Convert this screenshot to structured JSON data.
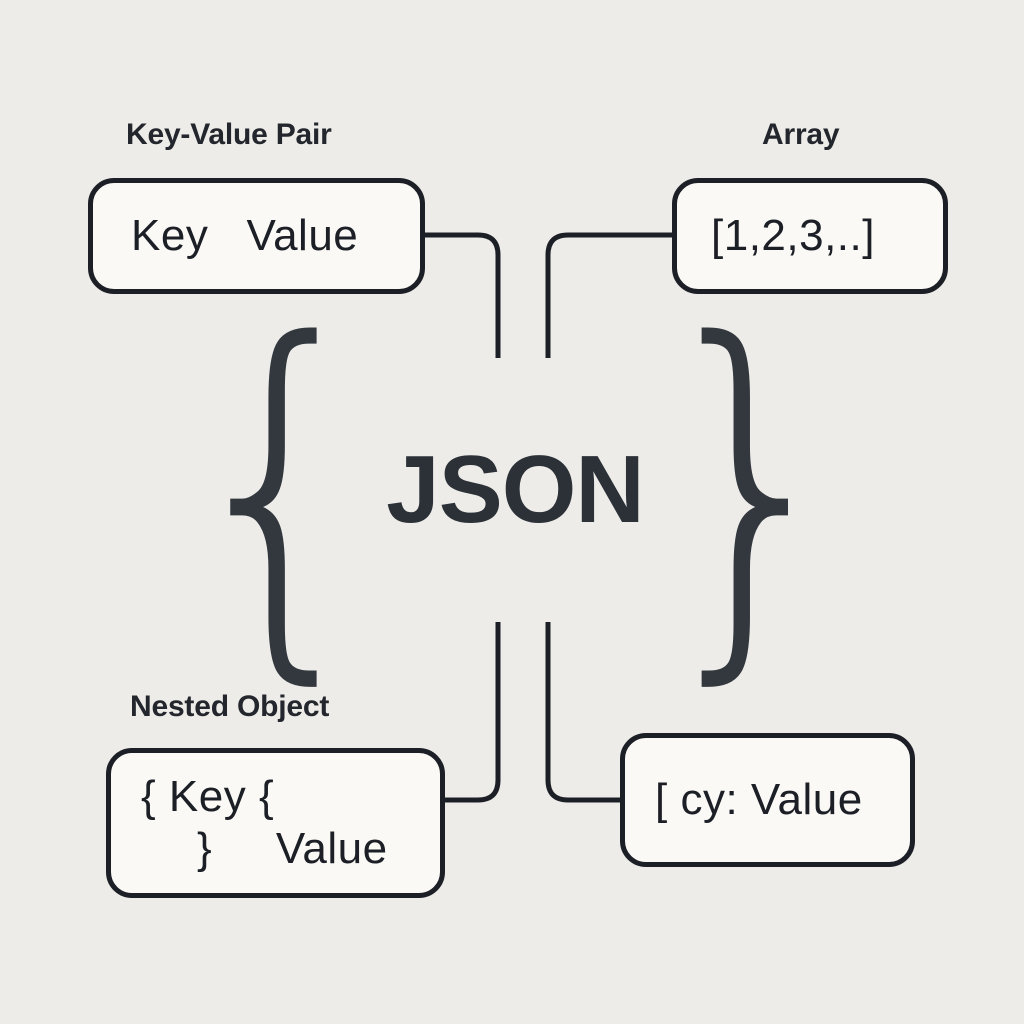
{
  "diagram": {
    "title": "JSON",
    "background_color": "#edece8",
    "node_fill_color": "#faf9f6",
    "stroke_color": "#1c1f26",
    "text_color": "#1c1f26",
    "center": {
      "left_brace": "{",
      "label": "JSON",
      "right_brace": "}"
    },
    "nodes": [
      {
        "id": "key-value-pair",
        "label": "Key-Value Pair",
        "content": "Key   Value",
        "position": "top-left"
      },
      {
        "id": "array",
        "label": "Array",
        "content": "[1,2,3,..]",
        "position": "top-right"
      },
      {
        "id": "nested-object",
        "label": "Nested Object",
        "content_line_1": "{ Key {",
        "content_line_2": "}     Value",
        "position": "bottom-left"
      },
      {
        "id": "colon-value",
        "label": "",
        "content": "[ cy: Value",
        "position": "bottom-right"
      }
    ],
    "connectors": [
      {
        "id": "connector-key-value-to-core",
        "from": "key-value-pair",
        "to": "json-core"
      },
      {
        "id": "connector-array-to-core",
        "from": "array",
        "to": "json-core"
      },
      {
        "id": "connector-nested-object-to-core",
        "from": "nested-object",
        "to": "json-core"
      },
      {
        "id": "connector-colon-value-to-core",
        "from": "colon-value",
        "to": "json-core"
      }
    ]
  }
}
